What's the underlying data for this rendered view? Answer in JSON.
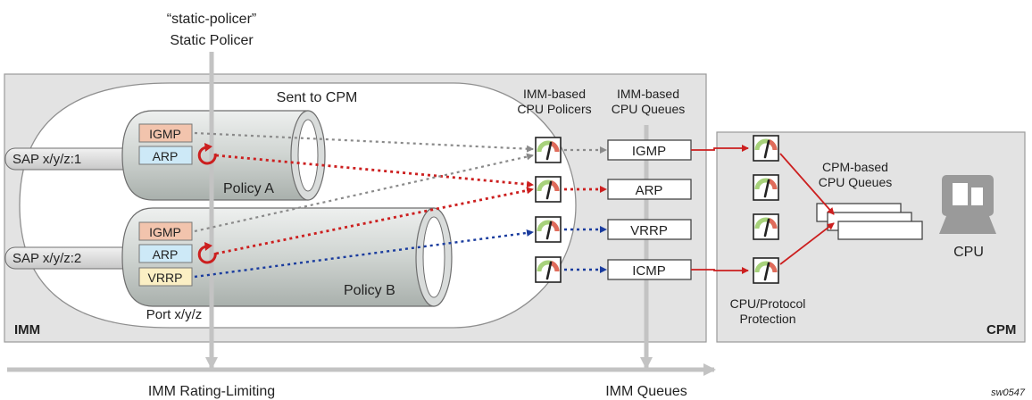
{
  "static_policer": {
    "line1": "“static-policer”",
    "line2": "Static Policer"
  },
  "imm": {
    "label": "IMM",
    "sent_to_cpm": "Sent to CPM",
    "port_label": "Port x/y/z",
    "policers_header": [
      "IMM-based",
      "CPU Policers"
    ],
    "queues_header": [
      "IMM-based",
      "CPU Queues"
    ],
    "sap1": {
      "label": "SAP x/y/z:1",
      "policy": "Policy A",
      "protocols": [
        "IGMP",
        "ARP"
      ]
    },
    "sap2": {
      "label": "SAP x/y/z:2",
      "policy": "Policy B",
      "protocols": [
        "IGMP",
        "ARP",
        "VRRP"
      ]
    },
    "queues": [
      "IGMP",
      "ARP",
      "VRRP",
      "ICMP"
    ]
  },
  "cpm": {
    "label": "CPM",
    "queues_header": [
      "CPM-based",
      "CPU Queues"
    ],
    "cpu_label": "CPU",
    "protection_label": [
      "CPU/Protocol",
      "Protection"
    ]
  },
  "bottom": {
    "rate_limiting": "IMM Rating-Limiting",
    "queues": "IMM Queues"
  },
  "figure_id": "sw0547",
  "colors": {
    "igmp_fill": "#f2c4ad",
    "arp_fill": "#cde9f7",
    "vrrp_fill": "#fbefc4",
    "red_arrow": "#cc1f1f",
    "blue_arrow": "#1a3c9e",
    "gray_arrow": "#8a8a8a"
  }
}
